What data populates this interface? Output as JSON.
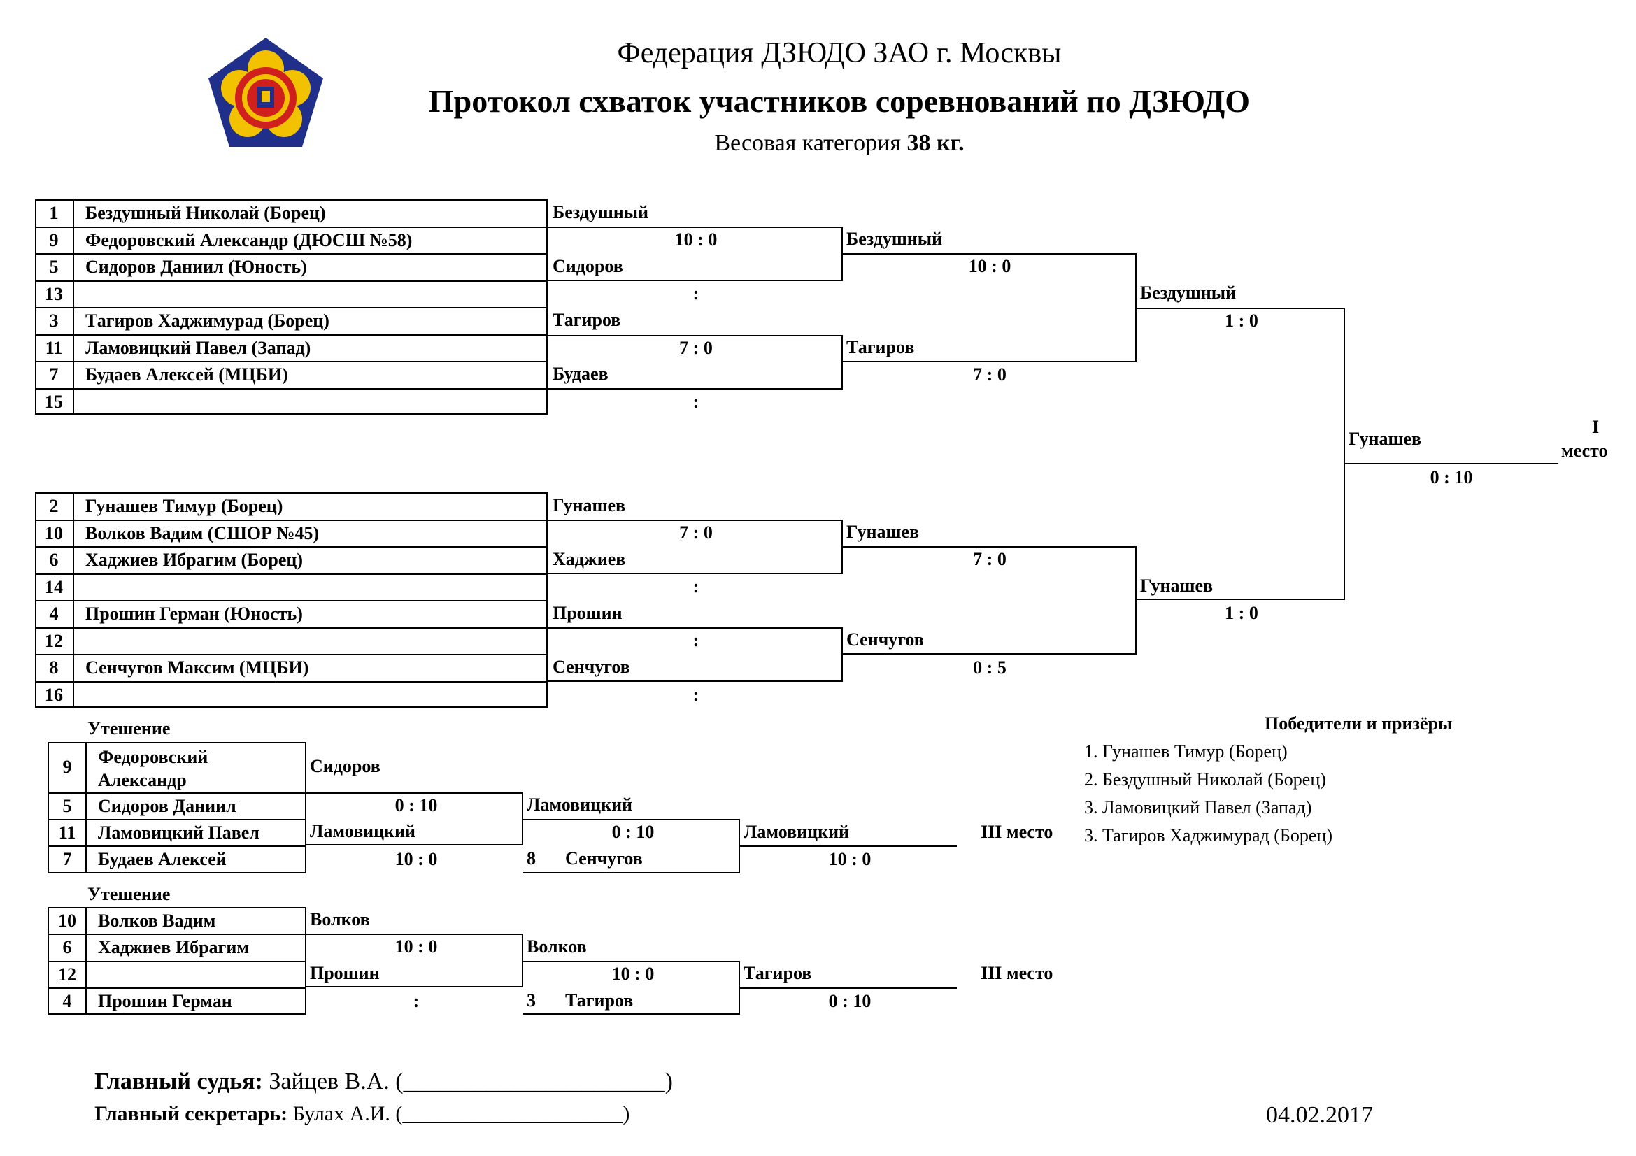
{
  "header": {
    "federation": "Федерация ДЗЮДО ЗАО г. Москвы",
    "title": "Протокол схваток участников соревнований по ДЗЮДО",
    "weight_prefix": "Весовая категория",
    "weight_value": "38 кг."
  },
  "colors": {
    "logo_gold": "#f2c200",
    "logo_blue": "#1f2f8a",
    "logo_red": "#d0201e",
    "text": "#000000"
  },
  "bracket_top": [
    {
      "num": "1",
      "name": "Бездушный Николай (Борец)"
    },
    {
      "num": "9",
      "name": "Федоровский Александр (ДЮСШ №58)"
    },
    {
      "num": "5",
      "name": "Сидоров Даниил (Юность)"
    },
    {
      "num": "13",
      "name": ""
    },
    {
      "num": "3",
      "name": "Тагиров Хаджимурад (Борец)"
    },
    {
      "num": "11",
      "name": "Ламовицкий Павел (Запад)"
    },
    {
      "num": "7",
      "name": "Будаев Алексей (МЦБИ)"
    },
    {
      "num": "15",
      "name": ""
    }
  ],
  "bracket_bottom": [
    {
      "num": "2",
      "name": "Гунашев Тимур (Борец)"
    },
    {
      "num": "10",
      "name": "Волков Вадим (СШОР №45)"
    },
    {
      "num": "6",
      "name": "Хаджиев Ибрагим (Борец)"
    },
    {
      "num": "14",
      "name": ""
    },
    {
      "num": "4",
      "name": "Прошин Герман (Юность)"
    },
    {
      "num": "12",
      "name": ""
    },
    {
      "num": "8",
      "name": "Сенчугов Максим (МЦБИ)"
    },
    {
      "num": "16",
      "name": ""
    }
  ],
  "round1_top": [
    {
      "winner": "Бездушный",
      "score": "10  :  0"
    },
    {
      "winner": "Сидоров",
      "score": ":"
    },
    {
      "winner": "Тагиров",
      "score": "7  :  0"
    },
    {
      "winner": "Будаев",
      "score": ":"
    }
  ],
  "round1_bottom": [
    {
      "winner": "Гунашев",
      "score": "7  :  0"
    },
    {
      "winner": "Хаджиев",
      "score": ":"
    },
    {
      "winner": "Прошин",
      "score": ":"
    },
    {
      "winner": "Сенчугов",
      "score": ":"
    }
  ],
  "round2_top": [
    {
      "winner": "Бездушный",
      "score": "10  :  0"
    },
    {
      "winner": "Тагиров",
      "score": "7  :  0"
    }
  ],
  "round2_bottom": [
    {
      "winner": "Гунашев",
      "score": "7  :  0"
    },
    {
      "winner": "Сенчугов",
      "score": "0  :  5"
    }
  ],
  "semi_top": {
    "winner": "Бездушный",
    "score": "1  :  0"
  },
  "semi_bottom": {
    "winner": "Гунашев",
    "score": "1  :  0"
  },
  "final": {
    "winner": "Гунашев",
    "score": "0  :  10",
    "place_line1": "I",
    "place_line2": "место"
  },
  "consolation_1": {
    "title": "Утешение",
    "entries": [
      {
        "num": "9",
        "name": "Федоровский Александр"
      },
      {
        "num": "5",
        "name": "Сидоров Даниил"
      },
      {
        "num": "11",
        "name": "Ламовицкий Павел"
      },
      {
        "num": "7",
        "name": "Будаев Алексей"
      }
    ],
    "r1": [
      {
        "winner": "Сидоров",
        "score": "0  :  10"
      },
      {
        "winner": "Ламовицкий",
        "score": "10  :  0"
      }
    ],
    "r2": {
      "winner": "Ламовицкий",
      "score": "0  :  10",
      "loser_num": "8",
      "loser_name": "Сенчугов"
    },
    "r3": {
      "winner": "Ламовицкий",
      "score": "10  :  0"
    },
    "place": "III место"
  },
  "consolation_2": {
    "title": "Утешение",
    "entries": [
      {
        "num": "10",
        "name": "Волков Вадим"
      },
      {
        "num": "6",
        "name": "Хаджиев Ибрагим"
      },
      {
        "num": "12",
        "name": ""
      },
      {
        "num": "4",
        "name": "Прошин Герман"
      }
    ],
    "r1": [
      {
        "winner": "Волков",
        "score": "10  :  0"
      },
      {
        "winner": "Прошин",
        "score": ":"
      }
    ],
    "r2": {
      "winner": "Волков",
      "score": "10  :  0",
      "loser_num": "3",
      "loser_name": "Тагиров"
    },
    "r3": {
      "winner": "Тагиров",
      "score": "0  :  10"
    },
    "place": "III место"
  },
  "winners": {
    "title": "Победители и призёры",
    "list": [
      "1. Гунашев Тимур (Борец)",
      "2. Бездушный Николай (Борец)",
      "3. Ламовицкий Павел (Запад)",
      "3. Тагиров Хаджимурад (Борец)"
    ]
  },
  "footer": {
    "judge_label": "Главный судья:",
    "judge_name": "Зайцев В.А. (______________________)",
    "secretary_label": "Главный секретарь:",
    "secretary_name": "Булах А.И. (_____________________)",
    "date": "04.02.2017"
  }
}
